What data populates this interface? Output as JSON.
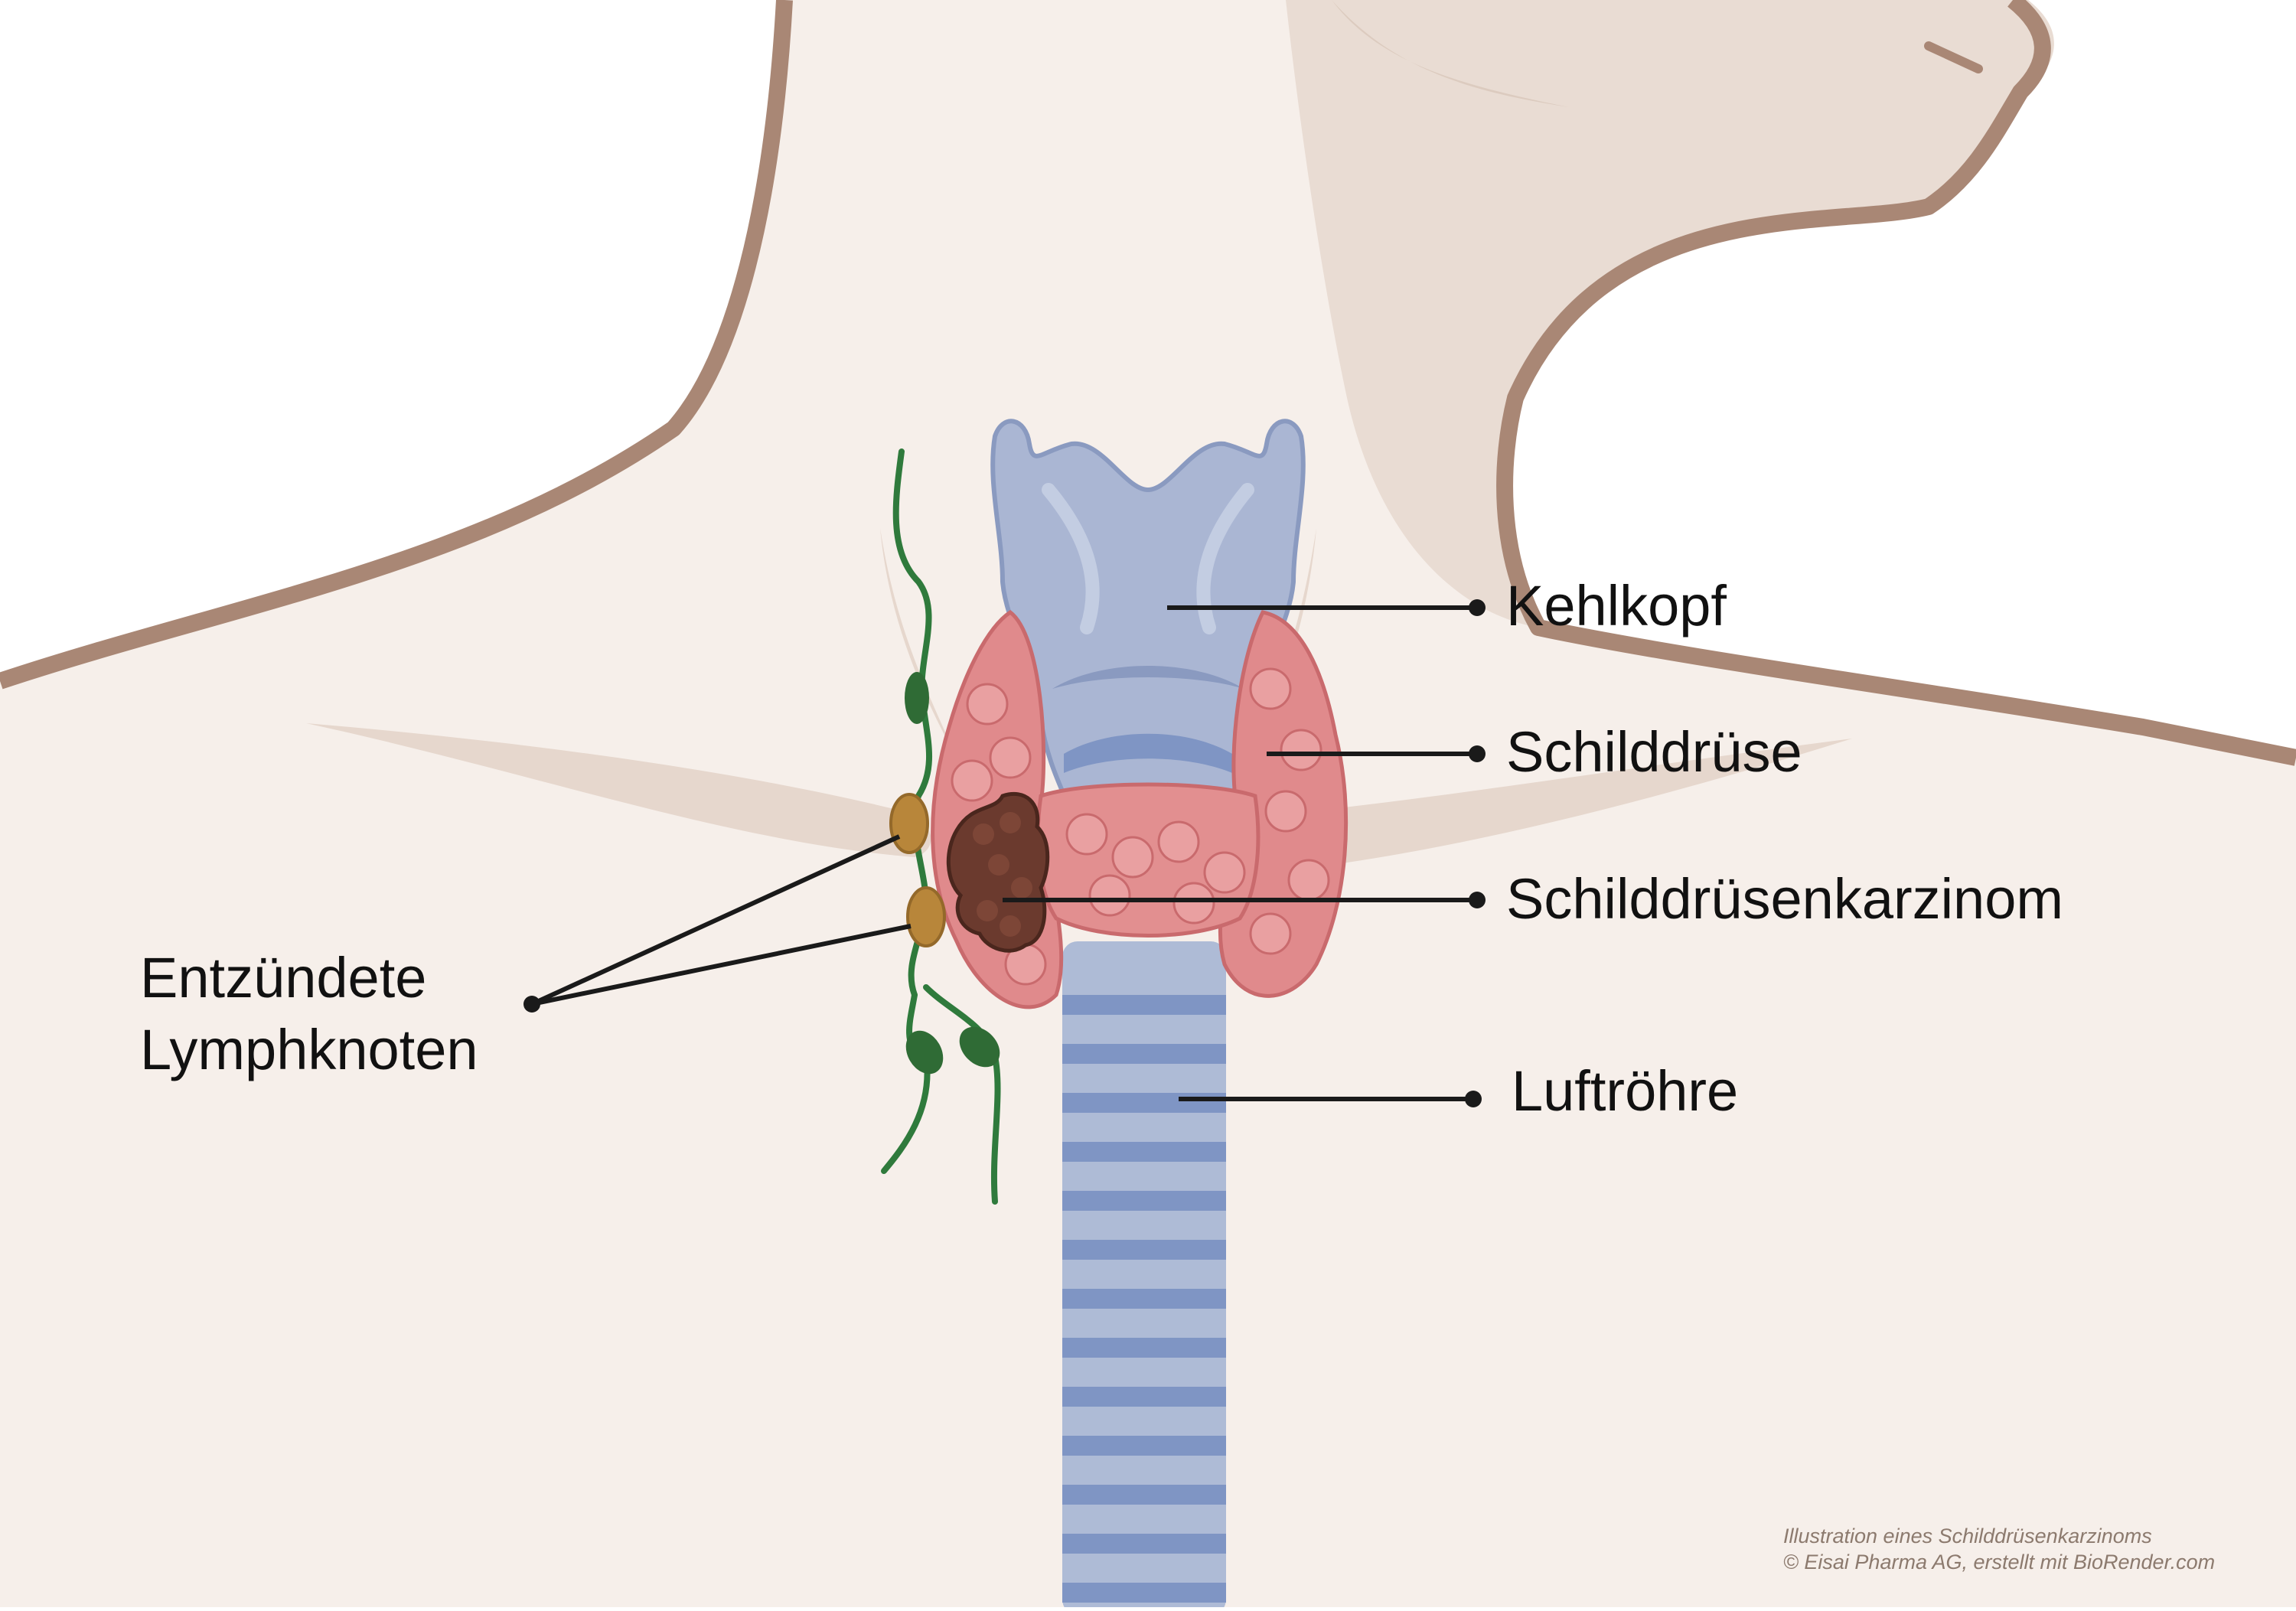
{
  "labels": {
    "larynx": "Kehlkopf",
    "thyroid": "Schilddrüse",
    "carcinoma": "Schilddrüsenkarzinom",
    "trachea": "Luftröhre",
    "lymph_nodes_line1": "Entzündete",
    "lymph_nodes_line2": "Lymphknoten"
  },
  "credit": {
    "line1": "Illustration eines Schilddrüsenkarzinoms",
    "line2": "© Eisai Pharma AG, erstellt mit BioRender.com"
  },
  "colors": {
    "skin": "#f6efea",
    "skin_outline": "#a98775",
    "thyroid": "#e08a8c",
    "tumor": "#6b3a2e",
    "trachea": "#9fb0cf",
    "trachea_ring": "#7f95c4",
    "lymph_vessel": "#2f7a3c",
    "inflamed_node": "#b8863a"
  }
}
